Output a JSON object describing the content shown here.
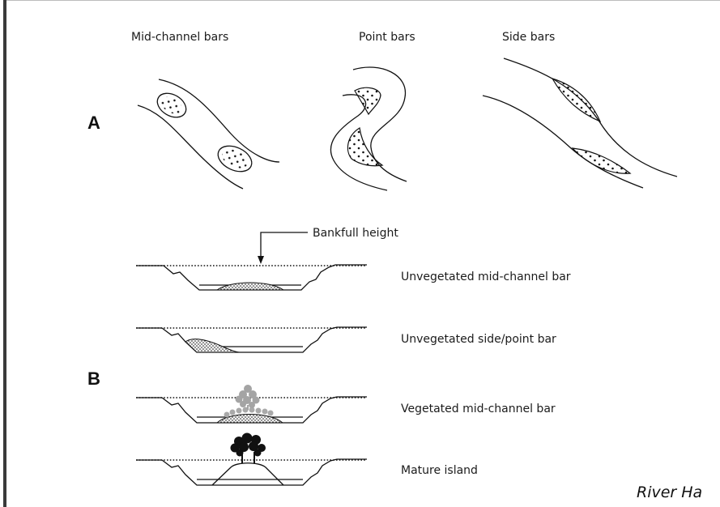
{
  "section_a": {
    "label": "A",
    "titles": [
      "Mid-channel bars",
      "Point bars",
      "Side bars"
    ]
  },
  "section_b": {
    "label": "B",
    "callout": "Bankfull height",
    "rows": [
      "Unvegetated mid-channel bar",
      "Unvegetated side/point bar",
      "Vegetated mid-channel bar",
      "Mature island"
    ]
  },
  "footer_text": "River Ha"
}
